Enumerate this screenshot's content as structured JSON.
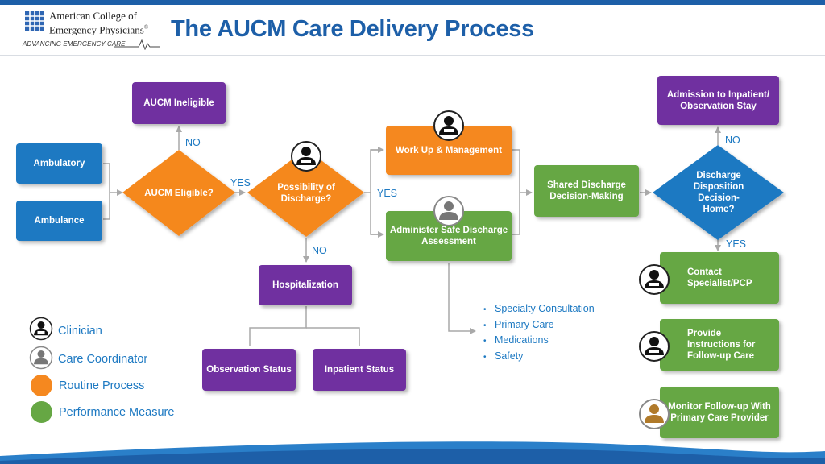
{
  "header": {
    "org_name_line1": "American College of",
    "org_name_line2": "Emergency Physicians",
    "org_mark": "®",
    "tagline": "ADVANCING EMERGENCY CARE",
    "title": "The AUCM Care Delivery Process"
  },
  "nodes": {
    "ambulatory": "Ambulatory",
    "ambulance": "Ambulance",
    "aucm_ineligible": "AUCM Ineligible",
    "aucm_eligible": "AUCM Eligible?",
    "possibility": "Possibility of Discharge?",
    "work_up": "Work Up & Management",
    "administer": "Administer Safe Discharge Assessment",
    "hospitalization": "Hospitalization",
    "observation": "Observation Status",
    "inpatient": "Inpatient Status",
    "shared": "Shared Discharge Decision-Making",
    "disposition": "Discharge Disposition Decision- Home?",
    "admission": "Admission to Inpatient/ Observation Stay",
    "contact": "Contact Specialist/PCP",
    "provide": "Provide Instructions for Follow-up Care",
    "monitor": "Monitor Follow-up With Primary Care Provider"
  },
  "edge_labels": {
    "eligible_no": "NO",
    "eligible_yes": "YES",
    "possibility_yes": "YES",
    "possibility_no": "NO",
    "disposition_no": "NO",
    "disposition_yes": "YES"
  },
  "assessment_items": [
    "Specialty Consultation",
    "Primary Care",
    "Medications",
    "Safety"
  ],
  "legend": [
    {
      "label": "Clinician",
      "icon": "clinician-icon"
    },
    {
      "label": "Care Coordinator",
      "icon": "care-coordinator-icon"
    },
    {
      "label": "Routine Process",
      "color": "#f5881f"
    },
    {
      "label": "Performance Measure",
      "color": "#66a744"
    }
  ],
  "colors": {
    "blue": "#1d79c2",
    "purple": "#7030a0",
    "orange": "#f5881f",
    "green": "#66a744",
    "title": "#1d5fa8"
  }
}
